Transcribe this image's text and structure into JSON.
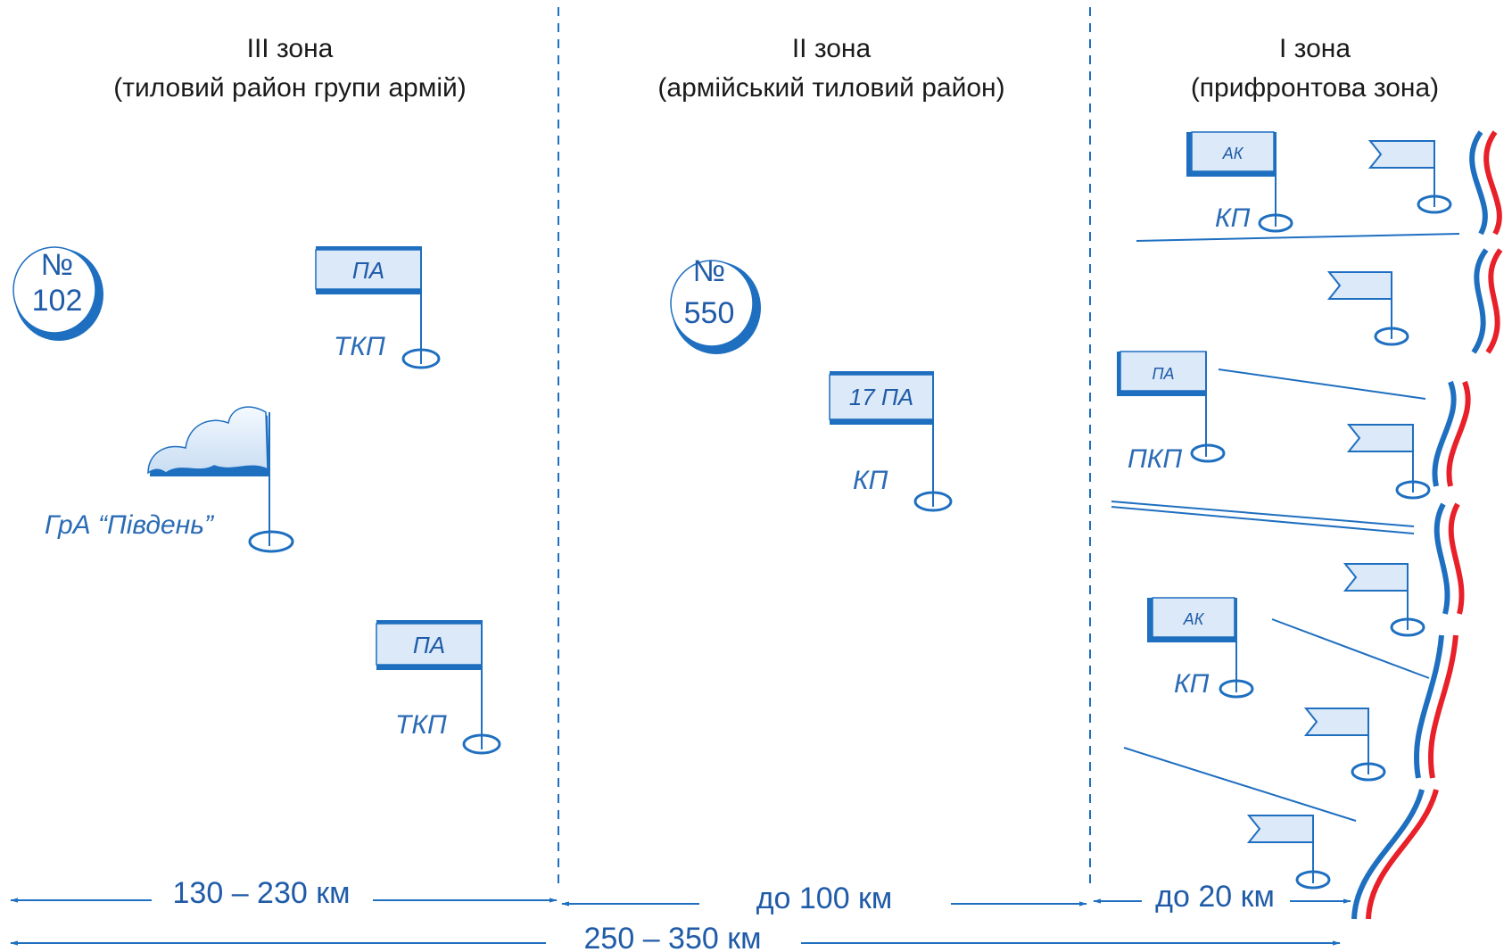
{
  "colors": {
    "blue": "#1f6fc0",
    "red": "#e8202a",
    "flag_fill": "#dbe9f8"
  },
  "zones": [
    {
      "title": "III зона",
      "subtitle": "(тиловий район групи армій)"
    },
    {
      "title": "II зона",
      "subtitle": "(армійський тиловий район)"
    },
    {
      "title": "I зона",
      "subtitle": "(прифронтова зона)"
    }
  ],
  "distances": {
    "zone3": "130 – 230 км",
    "zone2": "до 100 км",
    "zone1": "до 20 км",
    "total": "250 – 350 км"
  },
  "stations": [
    {
      "number": "№",
      "value": "102"
    },
    {
      "number": "№",
      "value": "550"
    }
  ],
  "flags": {
    "pa_top": "ПА",
    "pa_bottom": "ПА",
    "pa_17": "17 ПА",
    "ak_top": "АК",
    "pa_front": "ПА",
    "ak_bottom": "АК"
  },
  "labels": {
    "tkp_top": "ТКП",
    "tkp_bottom": "ТКП",
    "gra": "ГрА “Південь”",
    "kp_17": "КП",
    "kp_ak_top": "КП",
    "pkp": "ПКП",
    "kp_ak_bottom": "КП"
  }
}
